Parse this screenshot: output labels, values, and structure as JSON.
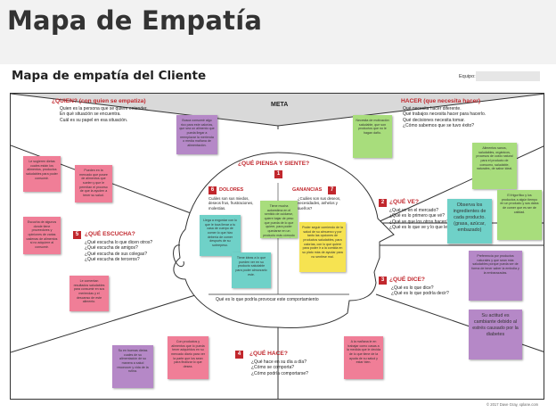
{
  "header": {
    "title": "Mapa de Empatía"
  },
  "sheet": {
    "subtitle": "Mapa de empatía del Cliente",
    "equipo_label": "Equipo:"
  },
  "meta": {
    "label": "META"
  },
  "quien": {
    "title": "¿QUIEN? (con quien se empatiza)",
    "lines": [
      "Quien es la persona que se quiere entender,",
      "En qué situación se encuentra.",
      "Cuál es su papel en esa situación."
    ]
  },
  "hacer": {
    "title": "HACER (que necesita hacer)",
    "lines": [
      "Qué necesita hacer diferente.",
      "Qué trabajos necesita hacer para hacerlo.",
      "Qué decisiones necesita tomar.",
      "¿Cómo sabemos que se tuvo éxito?"
    ]
  },
  "piensa": {
    "number": "1",
    "title": "¿QUÉ PIENSA Y SIENTE?"
  },
  "dolores": {
    "number": "6",
    "title": "DOLORES",
    "lines": [
      "Cuáles son sus miedos,",
      "deseos frus, frustraciones,",
      "molestias."
    ]
  },
  "ganancias": {
    "number": "7",
    "title": "GANANCIAS",
    "lines": [
      "¿Cuáles son sus deseos,",
      "necesidades, anhelos y",
      "sueños?"
    ]
  },
  "ve": {
    "number": "2",
    "title": "¿QUÉ VE?",
    "lines": [
      "¿Qué ve en el mercado?",
      "¿Qué es lo primero que vé?",
      "¿Qué ve que los otros hacen?",
      "¿Qué es lo que ve y lo que lee?"
    ]
  },
  "dice": {
    "number": "3",
    "title": "¿QUÉ DICE?",
    "lines": [
      "¿Qué es lo que dice?",
      "¿Qué es lo que podría decir?"
    ]
  },
  "hace": {
    "number": "4",
    "title": "¿QUÉ HACE?",
    "lines": [
      "¿Qué hace en su día a día?",
      "¿Cómo se comporta?",
      "¿Cómo podría comportarse?"
    ]
  },
  "escucha": {
    "number": "5",
    "title": "¿QUÉ ESCUCHA?",
    "lines": [
      "¿Qué escucha lo que dicen otros?",
      "¿Qué escucha de amigos?",
      "¿Qué escucha de sus colegas?",
      "¿Qué escucha de terceros?"
    ]
  },
  "provocar": {
    "text": "Qué es lo que podría provocar este comportamiento"
  },
  "notes": {
    "goal_purple": "Busca consumir algo rico para este calorías, que sea un alimento que pueda llegar a reemplazar la merienda o media mañana de alimentación.",
    "hacer_green": "Necesita de motivación saludable, que son productos que no le hagan daño.",
    "right_green": "Alimentos sanos, saludables, orgánicos, procesos de costo natural para el producto de consumo, saludable, naturales, de sabor ideal.",
    "left_pink1": "Le sugieren dietas cuales están los alimentos, productos saludables para poder consumir.",
    "left_pink2": "Pueden en la mercado que posee de alimentos que suelen y que le permitan el proceso de que la ayuden a tener su salud.",
    "left_pink3": "Escucha de algunos donde tiene proveedores y opiniones de varias cadenas de alimentos si no adquiere al consumir.",
    "left_pink4": "Le comentan resultados saludables para consumir en sus meriendas y el descanso de este alimento.",
    "dolor_teal1": "Llega a engordar con lo que le toca llevar a tu casa de cuerpo de comer lo que hizo debería de comer después de su sobrepeso.",
    "dolor_teal2": "Tiene ideas a lo que pueden ver en su producto saludable para poder almorzarlo este.",
    "gan_green": "Tiene mucha autoestima en el sentido de cuidarse, quiere bajar de peso que pueda de lo que quiere, para poder quedarse en un producto más cómodo en la comida y a la vez.",
    "gan_yellow": "Poder seguir comiendo de la salud de su almuerzo y por tanto las opciones de productos saludables, para calorías, con lo que quiere para poder ir a la comida en su plato más de ayudar para no sentirse mal.",
    "ve_teal": "Observa los ingredientes de cada producto. (grasa, azúcar, embazado)",
    "ve_green": "El frigorífico y los productos a algún tiempo en un producto y sus datos de comer que es ser de calidad.",
    "dice_purple": "Preferencia por productos naturales y que sean más saludables porque pueda ser de forma de tener saber la embolia y la embarazadas.",
    "dice_purple_big": "Su actitud es cambiante debido al estrés causado por la diabetes",
    "hace_purple1": "Su en buenas dietas cuales de su alimentación de su manera a salud reconocer y vida de la rutina.",
    "hace_pink": "Con productos y alimentos que lo pueda tener adquiridos en su mercado diario para ver la parte que los sean para finalizar lo que desea.",
    "hace_pink2": "A la mañana le en trabajar como casas a la medida que le decida de lo que tiene de la ayuda de su salud y estar bien."
  },
  "footer": {
    "copyright": "© 2017 Dave Gray, xplane.com"
  }
}
